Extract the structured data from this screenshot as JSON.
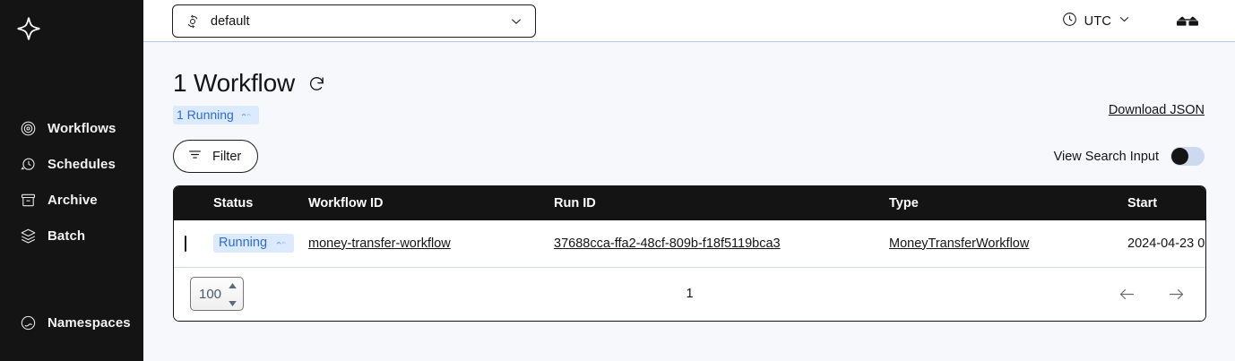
{
  "sidebar": {
    "logo_name": "temporal-logo",
    "primary_items": [
      {
        "label": "Workflows",
        "icon": "workflows-icon"
      },
      {
        "label": "Schedules",
        "icon": "schedules-icon"
      },
      {
        "label": "Archive",
        "icon": "archive-icon"
      },
      {
        "label": "Batch",
        "icon": "batch-icon"
      }
    ],
    "secondary_items": [
      {
        "label": "Namespaces",
        "icon": "namespaces-icon"
      }
    ]
  },
  "topbar": {
    "namespace_value": "default",
    "namespace_icon": "namespace-icon",
    "timezone_label": "UTC",
    "clock_icon": "clock-icon",
    "chevron_icon": "chevron-down-icon",
    "glasses_icon": "glasses-icon"
  },
  "header": {
    "title": "1 Workflow",
    "refresh_icon": "refresh-icon",
    "download_label": "Download JSON",
    "status_badge": "1 Running",
    "status_badge_icon": "spinner-icon"
  },
  "controls": {
    "filter_label": "Filter",
    "filter_icon": "filter-icon",
    "view_search_label": "View Search Input",
    "toggle_state": "off"
  },
  "table": {
    "columns": [
      "Status",
      "Workflow ID",
      "Run ID",
      "Type",
      "Start"
    ],
    "rows": [
      {
        "status": "Running",
        "status_icon": "spinner-icon",
        "workflow_id": "money-transfer-workflow",
        "run_id": "37688cca-ffa2-48cf-809b-f18f5119bca3",
        "type": "MoneyTransferWorkflow",
        "start": "2024-04-23 0"
      }
    ]
  },
  "pagination": {
    "page_size": "100",
    "page_number": "1",
    "prev_icon": "arrow-left-icon",
    "next_icon": "arrow-right-icon"
  },
  "colors": {
    "sidebar_bg": "#141414",
    "page_bg": "#f7f8fb",
    "badge_bg": "#dbeafe",
    "badge_text": "#2f6bd8",
    "table_header_bg": "#141414"
  }
}
